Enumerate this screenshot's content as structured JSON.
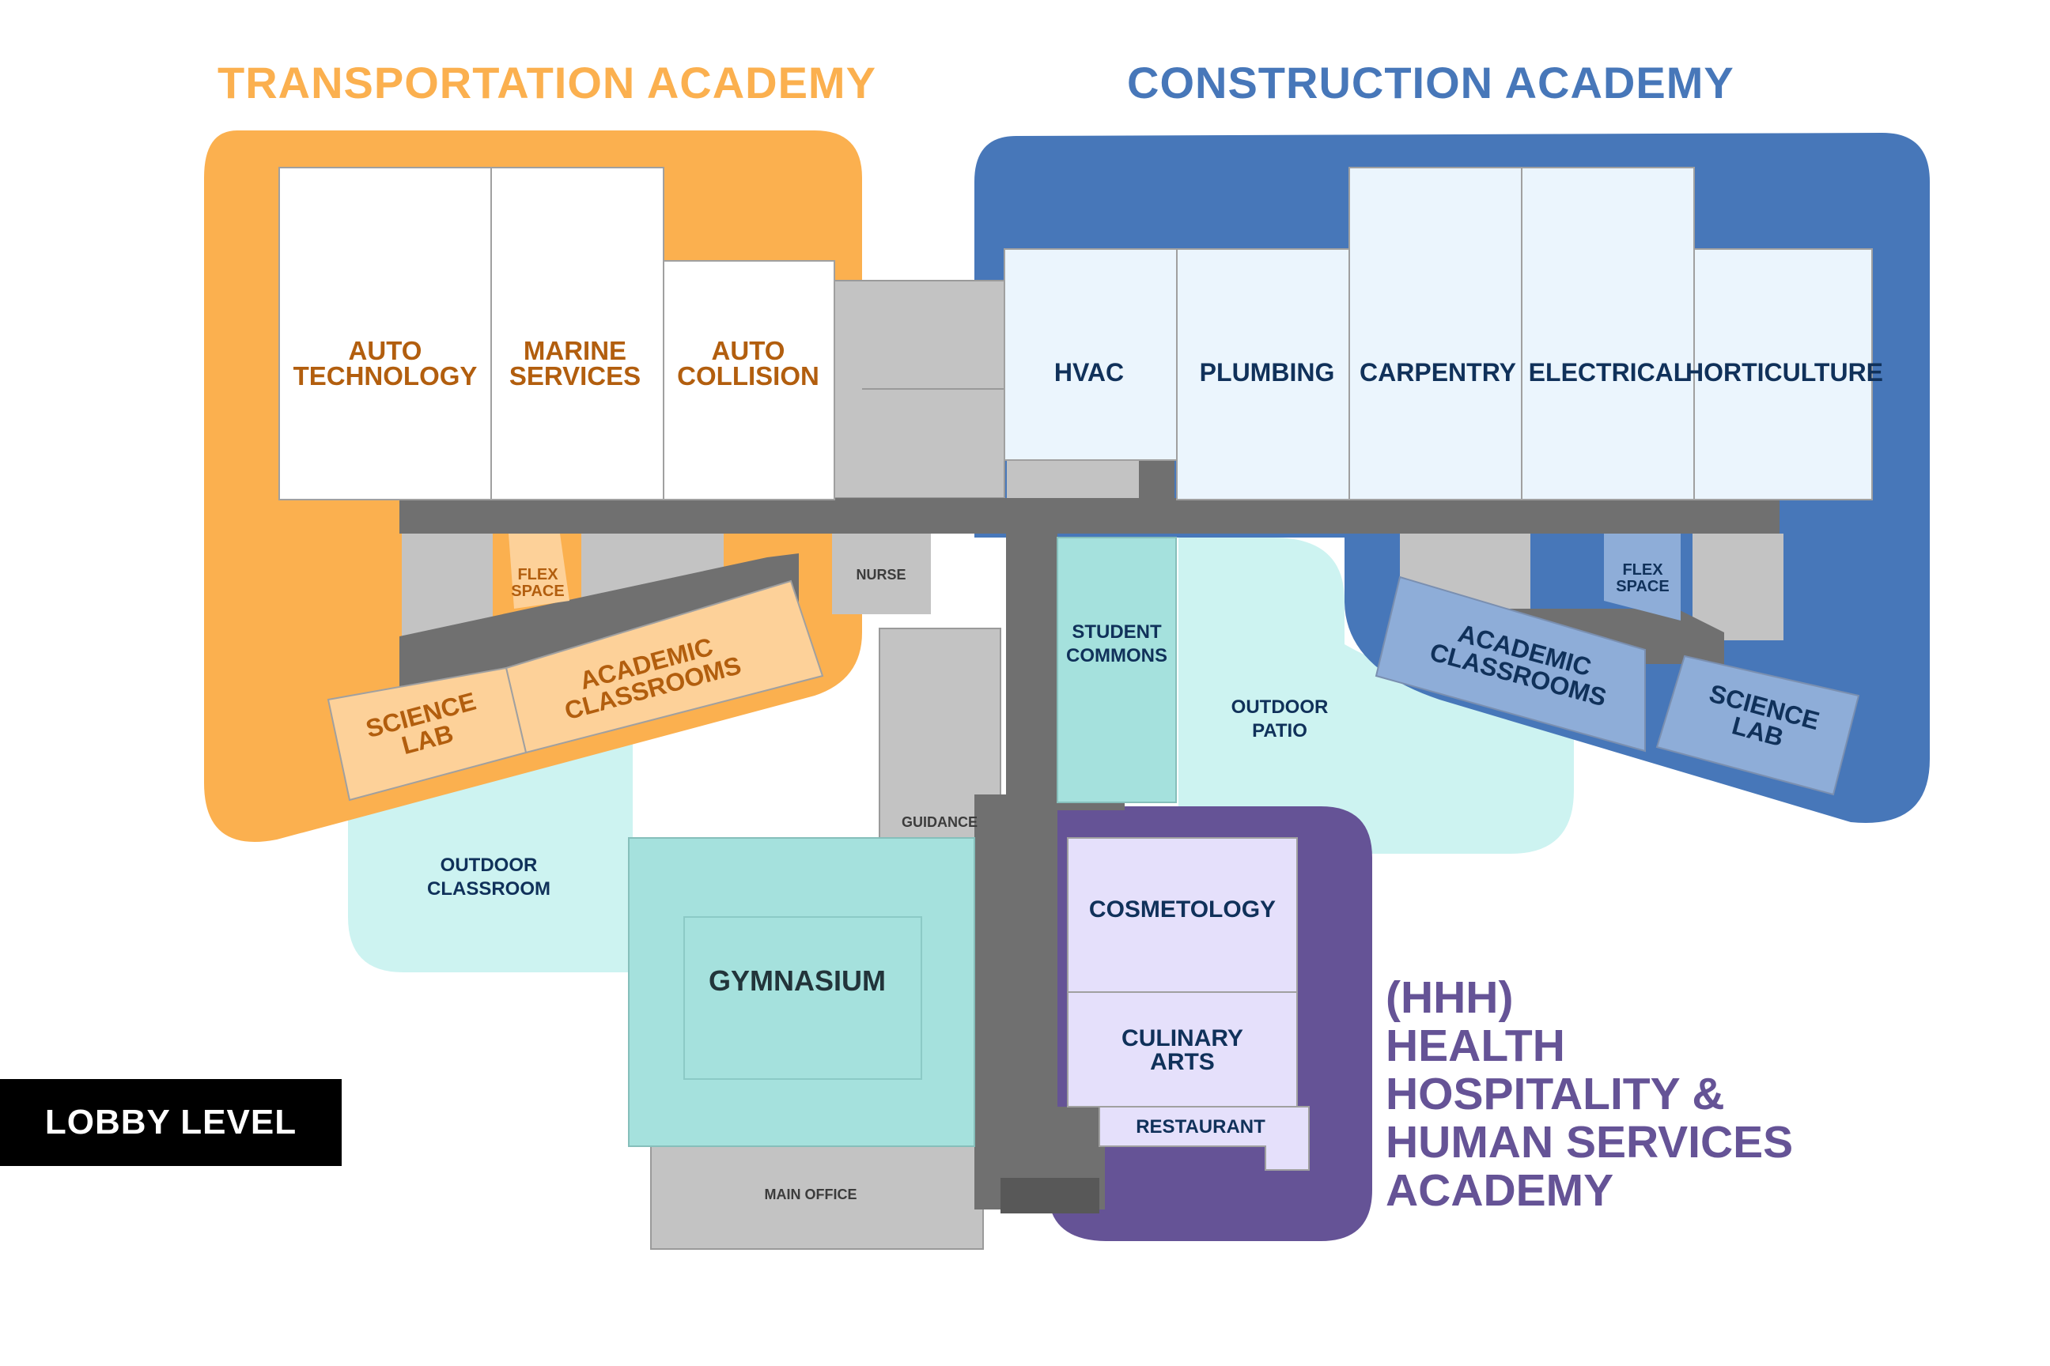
{
  "academies": {
    "transportation": {
      "title": "TRANSPORTATION ACADEMY",
      "color": "#fbb04f"
    },
    "construction": {
      "title": "CONSTRUCTION ACADEMY",
      "color": "#4777b9"
    },
    "hhh": {
      "lines": [
        "(HHH)",
        "HEALTH",
        "HOSPITALITY &",
        "HUMAN SERVICES",
        "ACADEMY"
      ],
      "color": "#655396"
    }
  },
  "level_label": "LOBBY LEVEL",
  "rooms": {
    "auto_technology": [
      "AUTO",
      "TECHNOLOGY"
    ],
    "marine_services": [
      "MARINE",
      "SERVICES"
    ],
    "auto_collision": [
      "AUTO",
      "COLLISION"
    ],
    "hvac": "HVAC",
    "plumbing": "PLUMBING",
    "carpentry": "CARPENTRY",
    "electrical": "ELECTRICAL",
    "horticulture": "HORTICULTURE",
    "flex_space_left": [
      "FLEX",
      "SPACE"
    ],
    "flex_space_right": [
      "FLEX",
      "SPACE"
    ],
    "academic_classrooms_left": [
      "ACADEMIC",
      "CLASSROOMS"
    ],
    "academic_classrooms_right": [
      "ACADEMIC",
      "CLASSROOMS"
    ],
    "science_lab_left": [
      "SCIENCE",
      "LAB"
    ],
    "science_lab_right": [
      "SCIENCE",
      "LAB"
    ],
    "nurse": "NURSE",
    "student_commons": [
      "STUDENT",
      "COMMONS"
    ],
    "outdoor_patio": [
      "OUTDOOR",
      "PATIO"
    ],
    "outdoor_classroom": [
      "OUTDOOR",
      "CLASSROOM"
    ],
    "guidance": "GUIDANCE",
    "gymnasium": "GYMNASIUM",
    "cosmetology": "COSMETOLOGY",
    "culinary_arts": [
      "CULINARY",
      "ARTS"
    ],
    "restaurant": "RESTAURANT",
    "main_office": "MAIN OFFICE"
  },
  "colors": {
    "orange_zone": "#fbb04f",
    "blue_zone": "#4777b9",
    "purple_zone": "#655396",
    "outdoor": "#cdf3f1",
    "teal_room": "#a5e1dd",
    "light_blue_room": "#ebf5fd",
    "peach_room": "#fdd199",
    "mid_blue_room": "#8eadd8",
    "lavender_room": "#e5e0fb",
    "gray_room": "#c3c3c3",
    "corridor": "#707070",
    "orange_text": "#b25e0e",
    "navy_text": "#10315a"
  }
}
